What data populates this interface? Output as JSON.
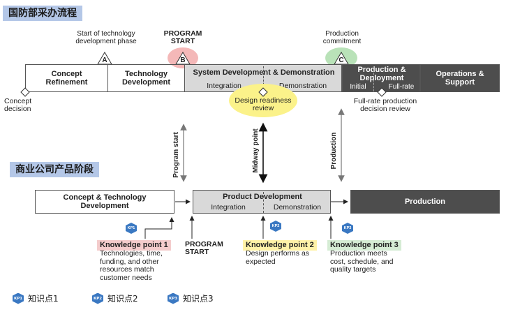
{
  "sections": {
    "dod_title": "国防部采办流程",
    "commercial_title": "商业公司产品阶段"
  },
  "dod": {
    "milestone_a_note": "Start of technology\ndevelopment phase",
    "program_start_top": "PROGRAM\nSTART",
    "production_commitment": "Production\ncommitment",
    "milestone_a": "A",
    "milestone_b": "B",
    "milestone_c": "C",
    "concept_refinement": "Concept\nRefinement",
    "technology_development": "Technology\nDevelopment",
    "sdd": "System Development & Demonstration",
    "integration": "Integration",
    "demonstration": "Demonstration",
    "production_deployment": "Production &\nDeployment",
    "initial": "Initial",
    "full_rate": "Full-rate",
    "operations_support": "Operations &\nSupport",
    "concept_decision": "Concept\ndecision",
    "design_readiness_review": "Design readiness\nreview",
    "full_rate_review": "Full-rate production\ndecision review"
  },
  "connectors": {
    "program_start": "Program start",
    "midway_point": "Midway point",
    "production": "Production"
  },
  "commercial": {
    "concept_tech_dev": "Concept & Technology\nDevelopment",
    "product_development": "Product Development",
    "integration": "Integration",
    "demonstration": "Demonstration",
    "production": "Production",
    "program_start": "PROGRAM\nSTART"
  },
  "knowledge_points": [
    {
      "badge": "KP1",
      "title": "Knowledge point 1",
      "desc": "Technologies, time,\nfunding, and other\nresources match\ncustomer needs",
      "color": "#f4cccc"
    },
    {
      "badge": "KP2",
      "title": "Knowledge point 2",
      "desc": "Design performs as\nexpected",
      "color": "#fff2a8"
    },
    {
      "badge": "KP3",
      "title": "Knowledge point 3",
      "desc": "Production meets\ncost, schedule, and\nquality targets",
      "color": "#d5ecd4"
    }
  ],
  "legend": [
    {
      "badge": "KP1",
      "label": "知识点1"
    },
    {
      "badge": "KP2",
      "label": "知识点2"
    },
    {
      "badge": "KP3",
      "label": "知识点3"
    }
  ],
  "colors": {
    "milestone_b_highlight": "#f4b8b8",
    "milestone_c_highlight": "#b9e2b8",
    "review_highlight": "#fbf28a",
    "grey_box": "#d9d9d9",
    "dark_box": "#4d4d4d",
    "badge_blue": "#3a78c2"
  }
}
